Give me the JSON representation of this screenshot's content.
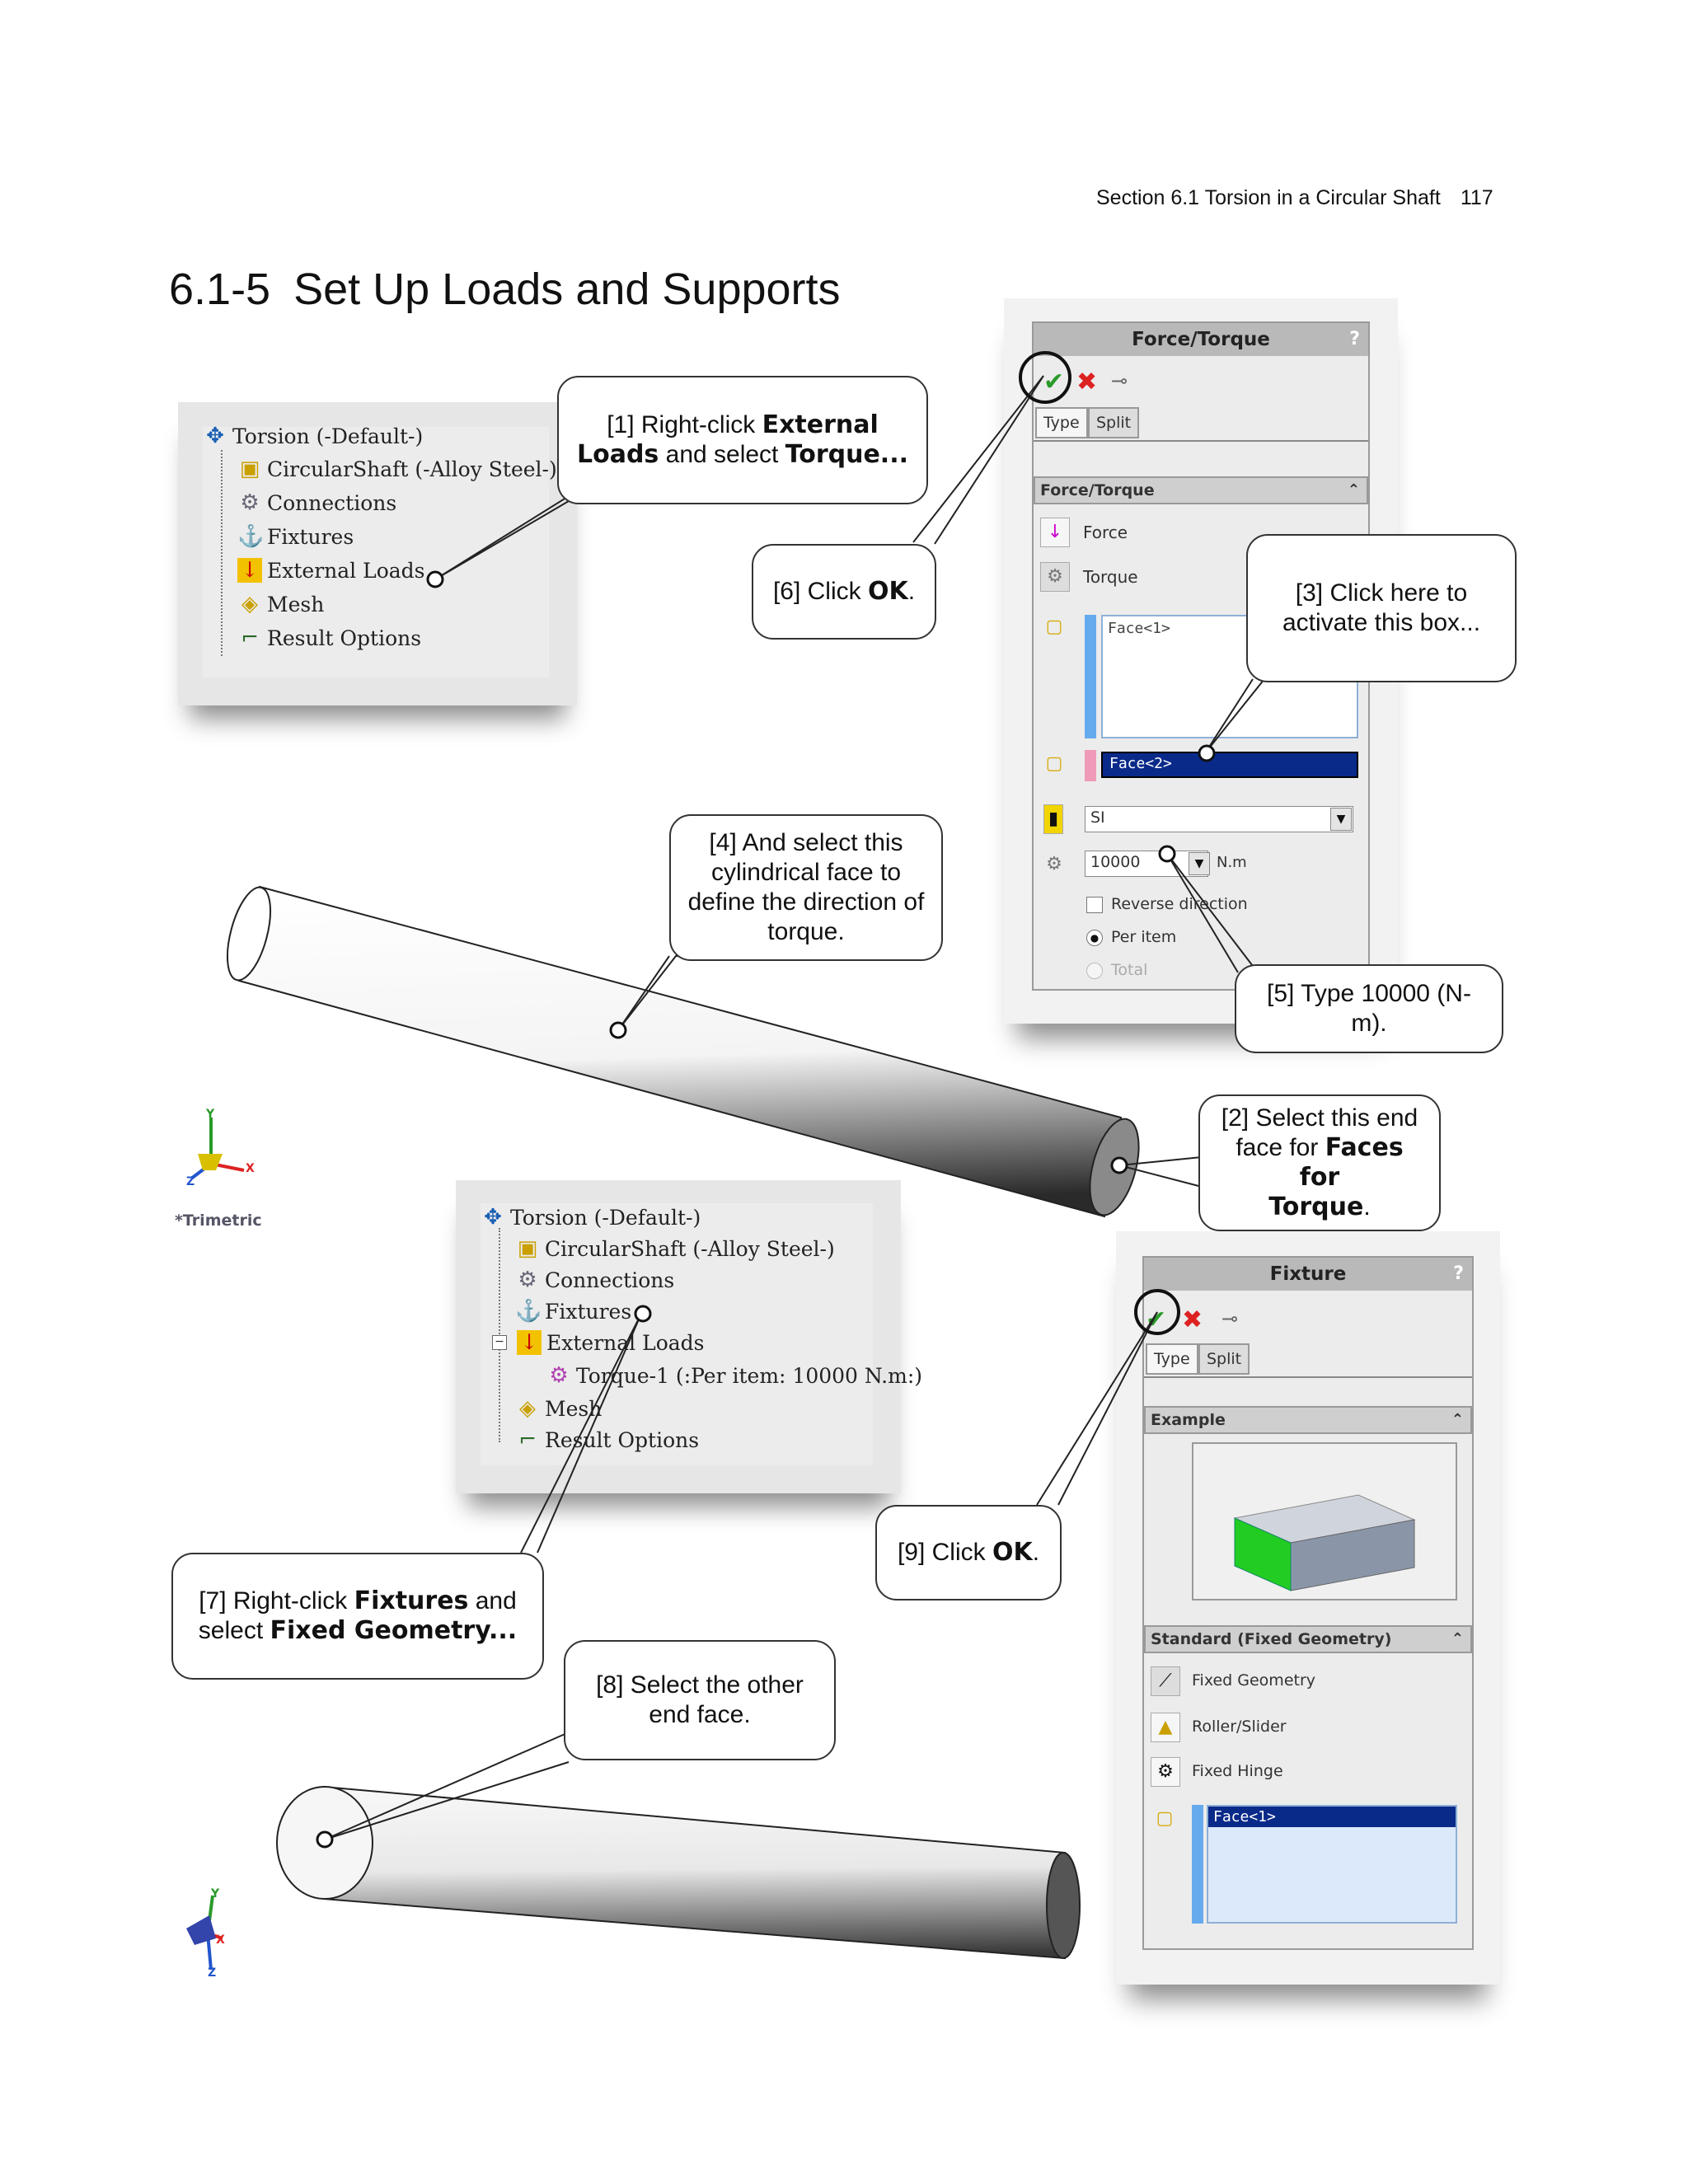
{
  "header": {
    "section": "Section 6.1  Torsion in a Circular Shaft",
    "page": "117"
  },
  "title": {
    "number": "6.1-5",
    "text": "Set Up Loads and Supports"
  },
  "tree1": {
    "items": [
      "Torsion (-Default-)",
      "CircularShaft (-Alloy Steel-)",
      "Connections",
      "Fixtures",
      "External Loads",
      "Mesh",
      "Result Options"
    ]
  },
  "tree2": {
    "items": [
      "Torsion (-Default-)",
      "CircularShaft (-Alloy Steel-)",
      "Connections",
      "Fixtures",
      "External Loads",
      "Torque-1 (:Per item: 10000 N.m:)",
      "Mesh",
      "Result Options"
    ]
  },
  "callouts": {
    "c1": {
      "pre": "[1] Right-click ",
      "b1": "External",
      "mid": "Loads",
      "post": " and select ",
      "b2": "Torque..."
    },
    "c2": {
      "pre": "[2] Select this end face for ",
      "b1": "Faces for",
      "b2": "Torque",
      "post": "."
    },
    "c3": {
      "text1": "[3] Click here to",
      "text2": "activate this box..."
    },
    "c4": {
      "l1": "[4] And select this",
      "l2": "cylindrical face to",
      "l3": "define the direction of",
      "l4": "torque."
    },
    "c5": {
      "text": "[5] Type 10000 (N-m)."
    },
    "c6": {
      "pre": "[6] Click ",
      "b": "OK",
      "post": "."
    },
    "c7": {
      "pre": "[7] Right-click ",
      "b1": "Fixtures",
      "mid": " and",
      "pre2": "select ",
      "b2": "Fixed Geometry..."
    },
    "c8": {
      "l1": "[8] Select the other",
      "l2": "end face."
    },
    "c9": {
      "pre": "[9] Click ",
      "b": "OK",
      "post": "."
    }
  },
  "force_pm": {
    "title": "Force/Torque",
    "help": "?",
    "tabs": [
      "Type",
      "Split"
    ],
    "section": "Force/Torque",
    "options": [
      "Force",
      "Torque"
    ],
    "face1": "Face<1>",
    "face2": "Face<2>",
    "units": "SI",
    "value": "10000",
    "unit_label": "N.m",
    "reverse": "Reverse direction",
    "per_item": "Per item",
    "total": "Total"
  },
  "fixture_pm": {
    "title": "Fixture",
    "help": "?",
    "tabs": [
      "Type",
      "Split"
    ],
    "example": "Example",
    "standard": "Standard (Fixed Geometry)",
    "options": [
      "Fixed Geometry",
      "Roller/Slider",
      "Fixed Hinge"
    ],
    "face": "Face<1>"
  },
  "triad": {
    "label": "*Trimetric",
    "x": "X",
    "y": "Y",
    "z": "Z"
  }
}
